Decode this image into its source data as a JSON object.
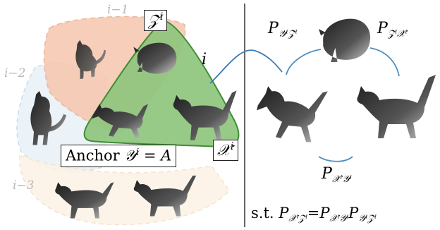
{
  "left_panel": {
    "layers": [
      {
        "name": "layer-i-1",
        "label": "i−1",
        "color": "#f4c6ac"
      },
      {
        "name": "layer-i-2",
        "label": "i−2",
        "color": "#dde9f2"
      },
      {
        "name": "layer-i-3",
        "label": "i−3",
        "color": "#fbeedd"
      }
    ],
    "current_triangle": {
      "fill": "#8fc47f",
      "stroke": "#3e8e36"
    },
    "z_label": {
      "base": "𝒵",
      "sup": "i"
    },
    "x_label": {
      "base": "𝒳",
      "sup": "i"
    },
    "anchor_label": {
      "text": "Anchor ",
      "y": "𝒴",
      "sup": "i",
      "eq": " = ",
      "val": "A"
    },
    "link_label": "i"
  },
  "right_panel": {
    "p_yz": {
      "P": "P",
      "sub": "𝒴ⁱ𝒵ⁱ"
    },
    "p_zx": {
      "P": "P",
      "sub": "𝒵ⁱ𝒳ⁱ"
    },
    "p_xy": {
      "P": "P",
      "sub": "𝒳ⁱ𝒴ⁱ"
    },
    "constraint": {
      "st": "s.t. ",
      "p1": "P",
      "s1": "𝒳ⁱ𝒵ⁱ",
      "eq": "=",
      "p2": "P",
      "s2": "𝒳ⁱ𝒴ⁱ",
      "p3": "P",
      "s3": "𝒴ⁱ𝒵ⁱ"
    },
    "arc_color": "#4f8fc0"
  }
}
